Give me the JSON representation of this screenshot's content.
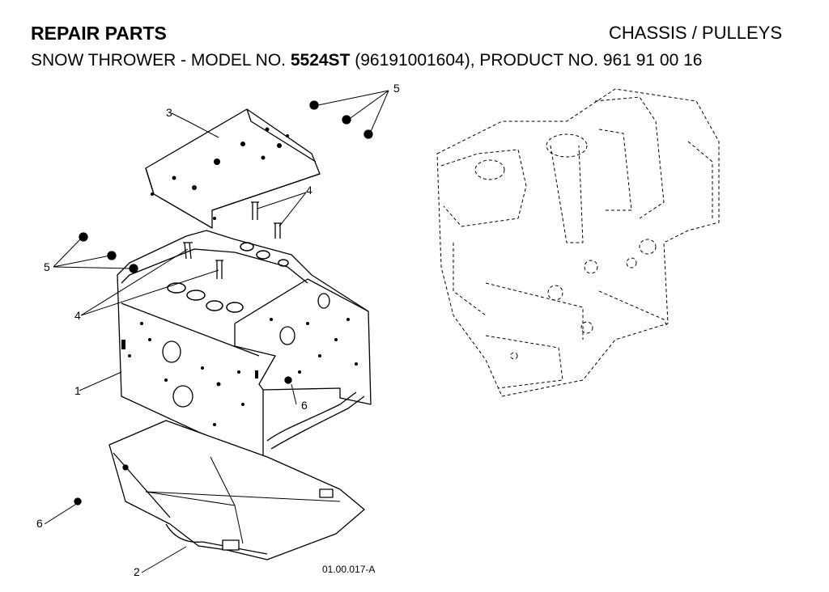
{
  "header": {
    "title": "REPAIR PARTS",
    "section": "CHASSIS / PULLEYS",
    "subtitle_prefix": "SNOW THROWER - MODEL NO.",
    "model": "5524ST",
    "subtitle_suffix": "(96191001604), PRODUCT NO. 961 91 00 16"
  },
  "callouts": {
    "c1": "1",
    "c2": "2",
    "c3": "3",
    "c4a": "4",
    "c4b": "4",
    "c5a": "5",
    "c5b": "5",
    "c6a": "6",
    "c6b": "6"
  },
  "diagram_code": "01.00.017-A"
}
